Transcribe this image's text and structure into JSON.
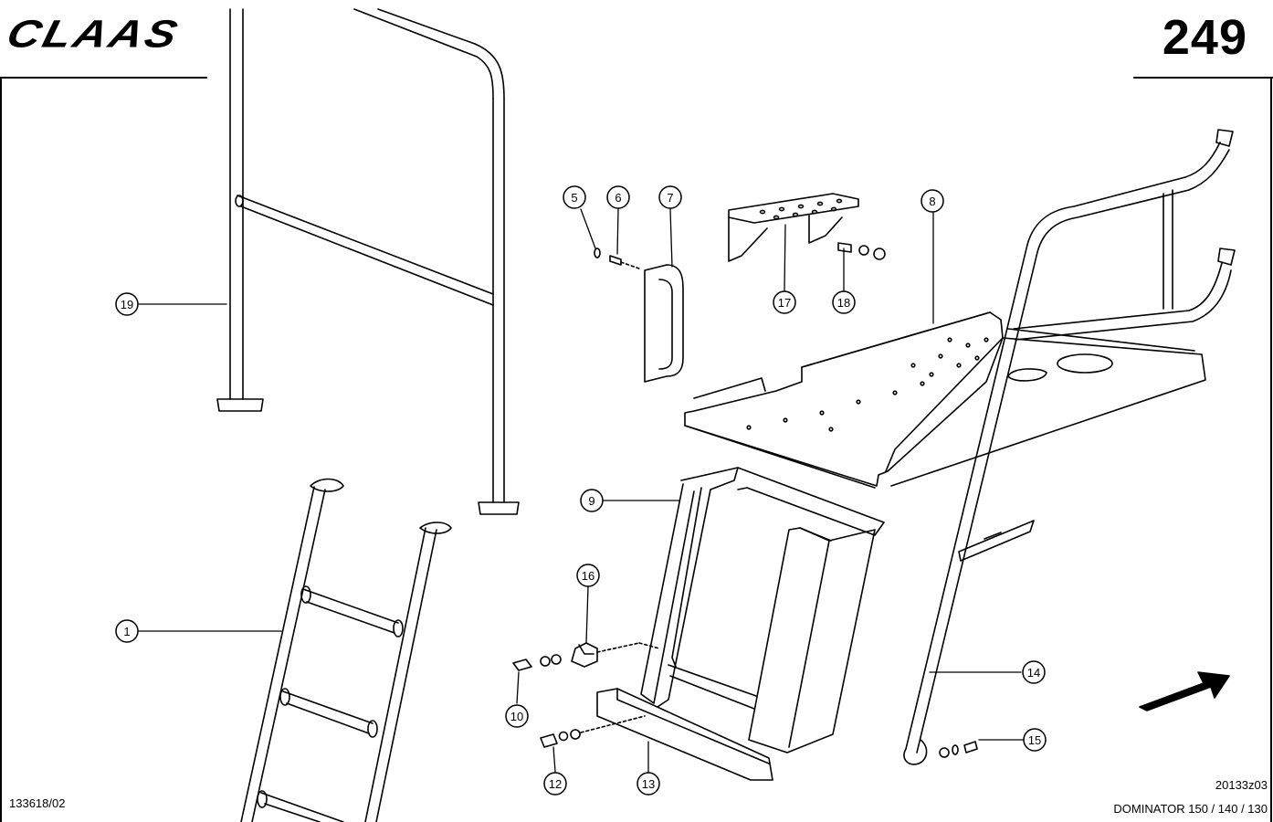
{
  "header": {
    "brand": "CLAAS",
    "page_number": "249"
  },
  "footer": {
    "reference": "133618/02",
    "drawing_code": "20133z03",
    "model": "DOMINATOR 150 / 140 / 130"
  },
  "callouts": [
    "1",
    "5",
    "6",
    "7",
    "8",
    "9",
    "10",
    "12",
    "13",
    "14",
    "15",
    "16",
    "17",
    "18",
    "19"
  ],
  "icons": {
    "direction_arrow": "arrow-icon"
  },
  "colors": {
    "ink": "#000000",
    "paper": "#ffffff"
  }
}
